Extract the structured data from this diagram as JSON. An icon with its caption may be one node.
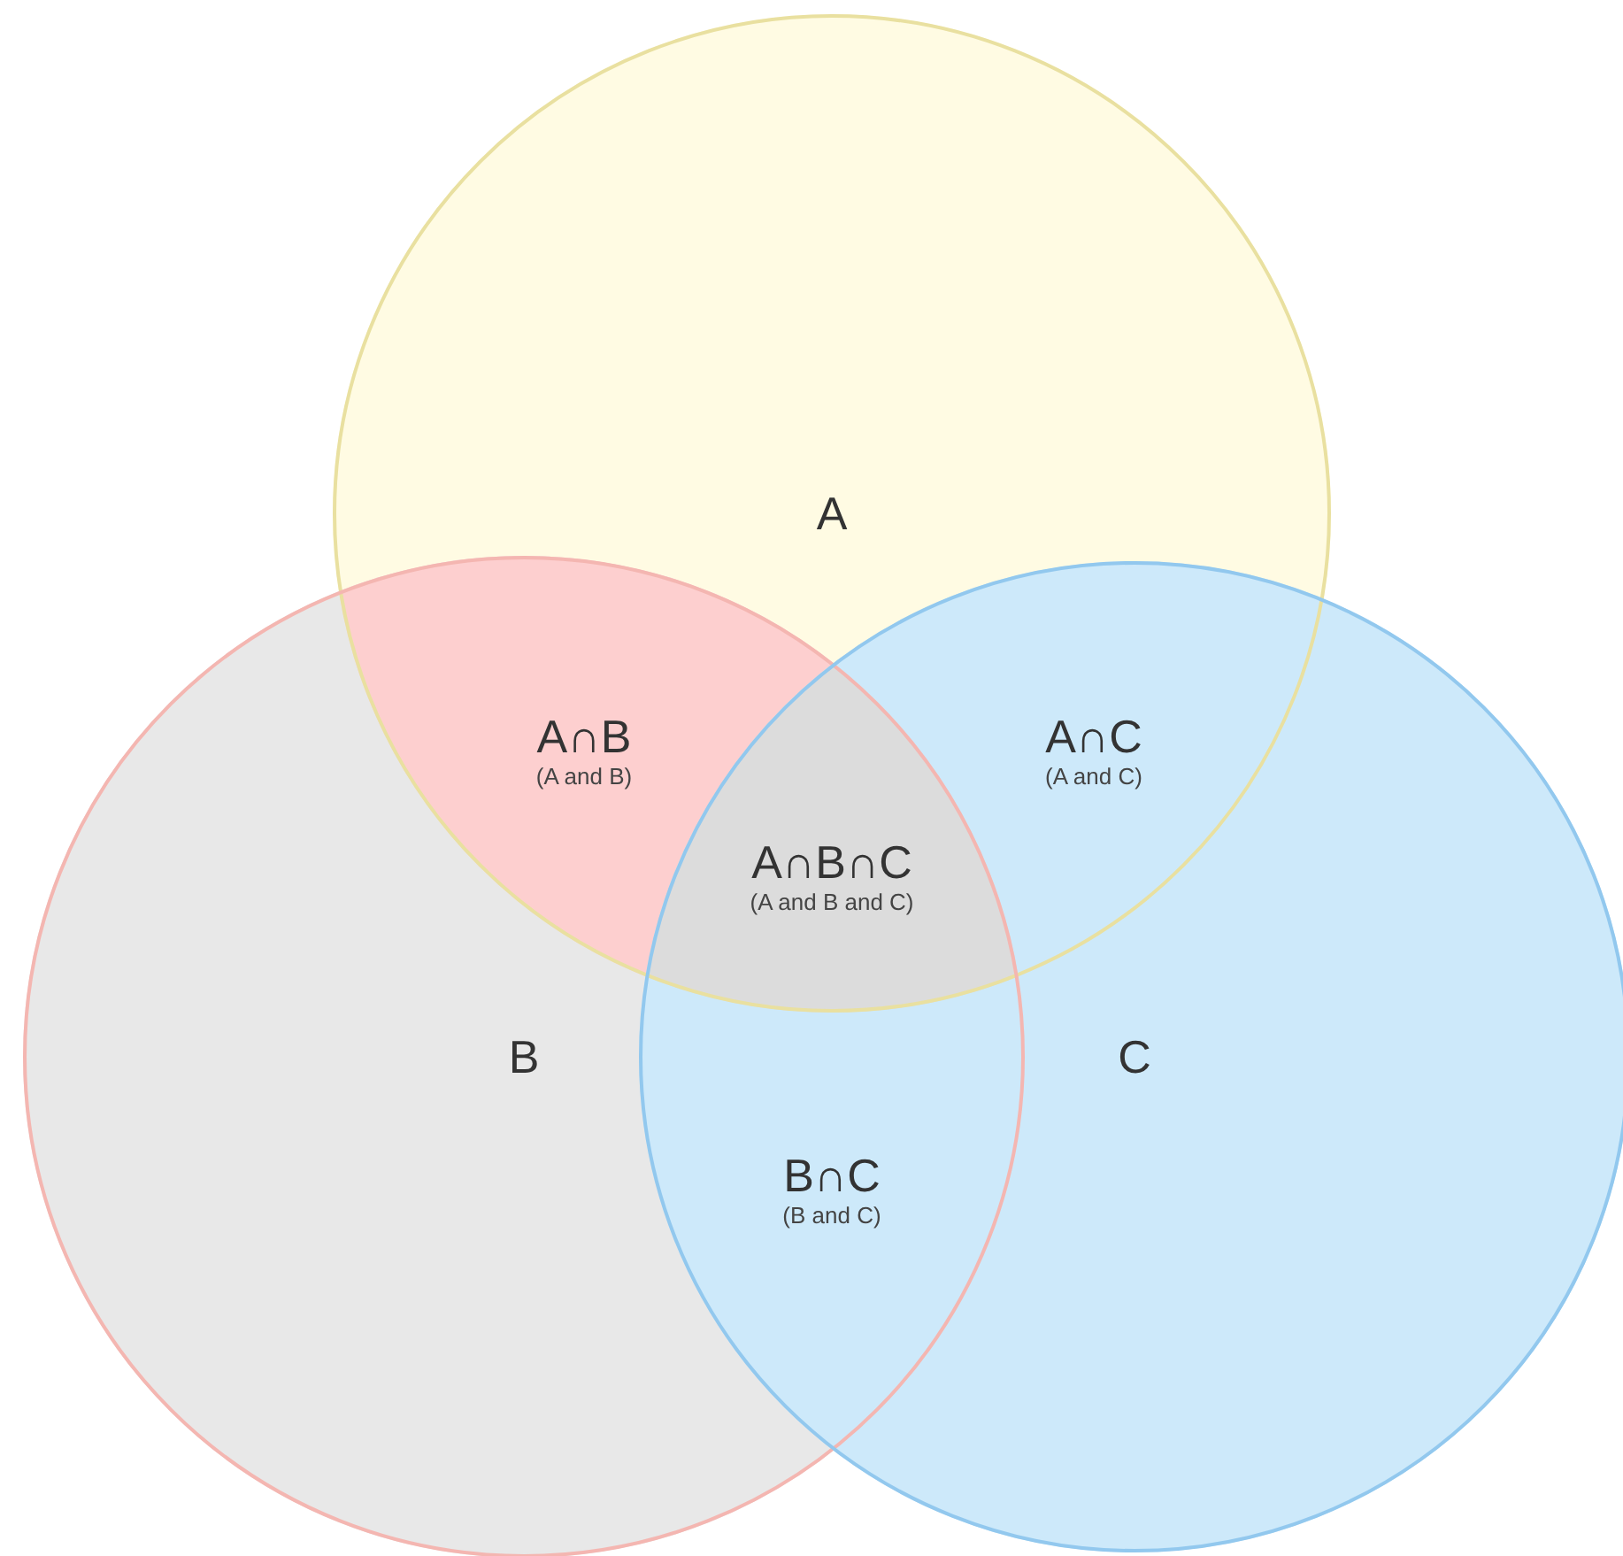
{
  "diagram": {
    "nodes": [
      {
        "text": [
          "A"
        ]
      },
      {
        "text": [
          "A∩B",
          "(A and B)"
        ]
      },
      {
        "text": [
          "A∩C",
          "(A and C)"
        ]
      },
      {
        "text": [
          "A∩B∩C",
          "(A and B and C)"
        ]
      },
      {
        "text": [
          "B"
        ]
      },
      {
        "text": [
          "C"
        ]
      },
      {
        "text": [
          "B∩C",
          "(B and C)"
        ]
      }
    ],
    "edges": []
  }
}
